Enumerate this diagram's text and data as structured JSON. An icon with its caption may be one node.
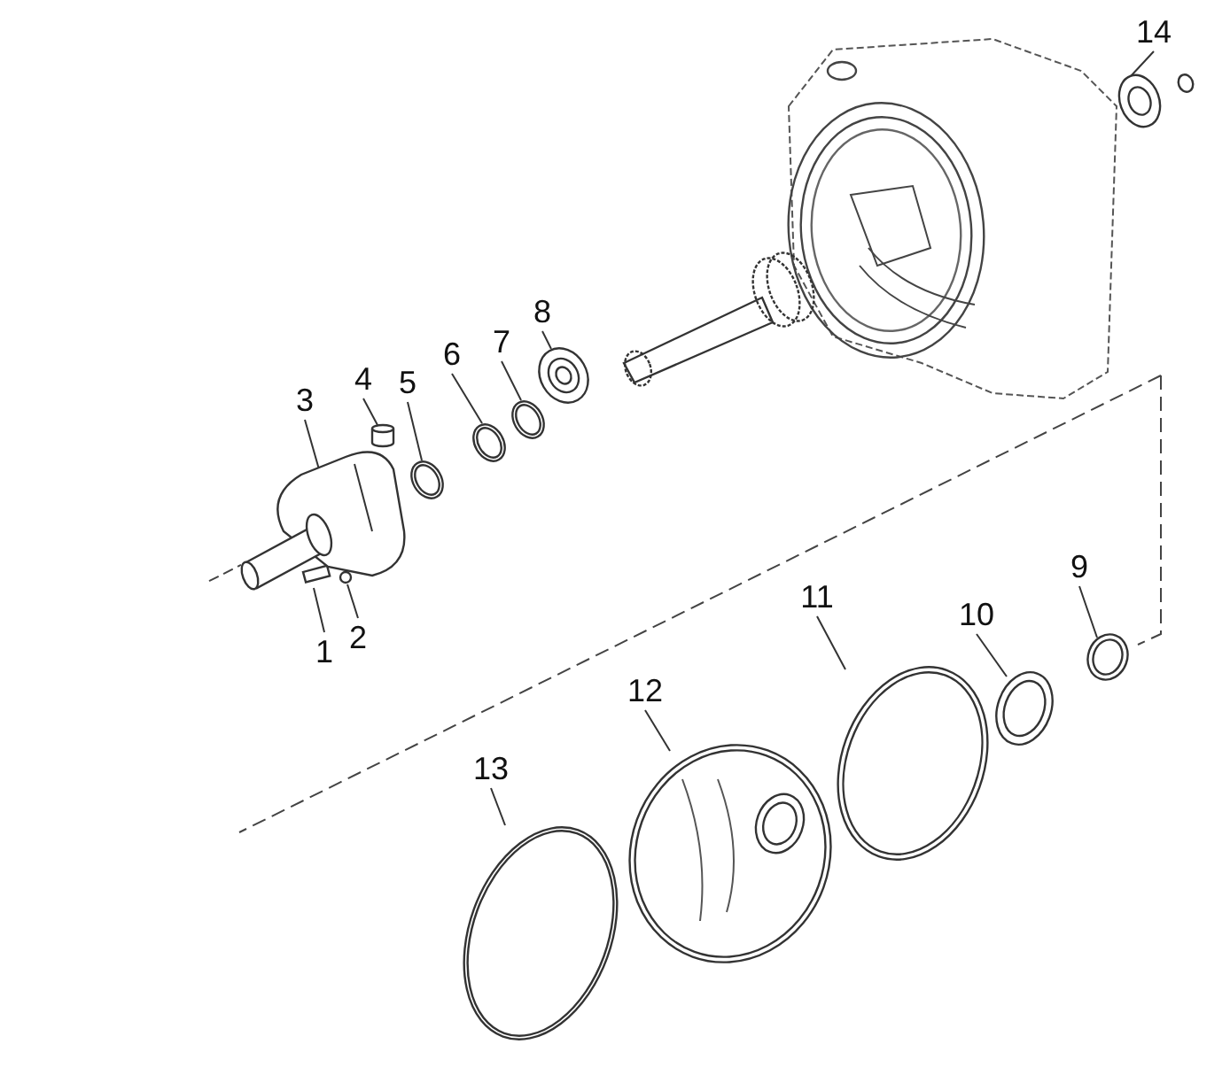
{
  "diagram": {
    "nodes": [
      {
        "text": [
          "1"
        ]
      },
      {
        "text": [
          "2"
        ]
      },
      {
        "text": [
          "3"
        ]
      },
      {
        "text": [
          "4"
        ]
      },
      {
        "text": [
          "5"
        ]
      },
      {
        "text": [
          "6"
        ]
      },
      {
        "text": [
          "7"
        ]
      },
      {
        "text": [
          "8"
        ]
      },
      {
        "text": [
          "9"
        ]
      },
      {
        "text": [
          "10"
        ]
      },
      {
        "text": [
          "11"
        ]
      },
      {
        "text": [
          "12"
        ]
      },
      {
        "text": [
          "13"
        ]
      },
      {
        "text": [
          "14"
        ]
      },
      {
        "text": [],
        "shape": "bar"
      },
      {
        "text": [],
        "shape": "circle"
      },
      {
        "text": [],
        "shape": "picture"
      },
      {
        "text": [],
        "shape": "cylinder"
      },
      {
        "text": [],
        "shape": "circle"
      },
      {
        "text": [],
        "shape": "circle"
      },
      {
        "text": [],
        "shape": "circle"
      },
      {
        "text": [],
        "shape": "picture"
      },
      {
        "text": [],
        "shape": "circle"
      },
      {
        "text": [],
        "shape": "circle"
      },
      {
        "text": [],
        "shape": "circle"
      },
      {
        "text": [],
        "shape": "picture"
      },
      {
        "text": [],
        "shape": "circle"
      },
      {
        "text": [],
        "shape": "picture"
      }
    ],
    "edges": [
      {
        "from": 0,
        "to": 14,
        "arrow": "none"
      },
      {
        "from": 1,
        "to": 15,
        "arrow": "none"
      },
      {
        "from": 2,
        "to": 16,
        "arrow": "none"
      },
      {
        "from": 3,
        "to": 17,
        "arrow": "none"
      },
      {
        "from": 4,
        "to": 18,
        "arrow": "none"
      },
      {
        "from": 5,
        "to": 19,
        "arrow": "none"
      },
      {
        "from": 6,
        "to": 20,
        "arrow": "none"
      },
      {
        "from": 7,
        "to": 21,
        "arrow": "none"
      },
      {
        "from": 8,
        "to": 22,
        "arrow": "none"
      },
      {
        "from": 9,
        "to": 23,
        "arrow": "none"
      },
      {
        "from": 10,
        "to": 24,
        "arrow": "none"
      },
      {
        "from": 11,
        "to": 25,
        "arrow": "none"
      },
      {
        "from": 12,
        "to": 26,
        "arrow": "none"
      },
      {
        "from": 13,
        "to": 27,
        "arrow": "none"
      }
    ]
  }
}
